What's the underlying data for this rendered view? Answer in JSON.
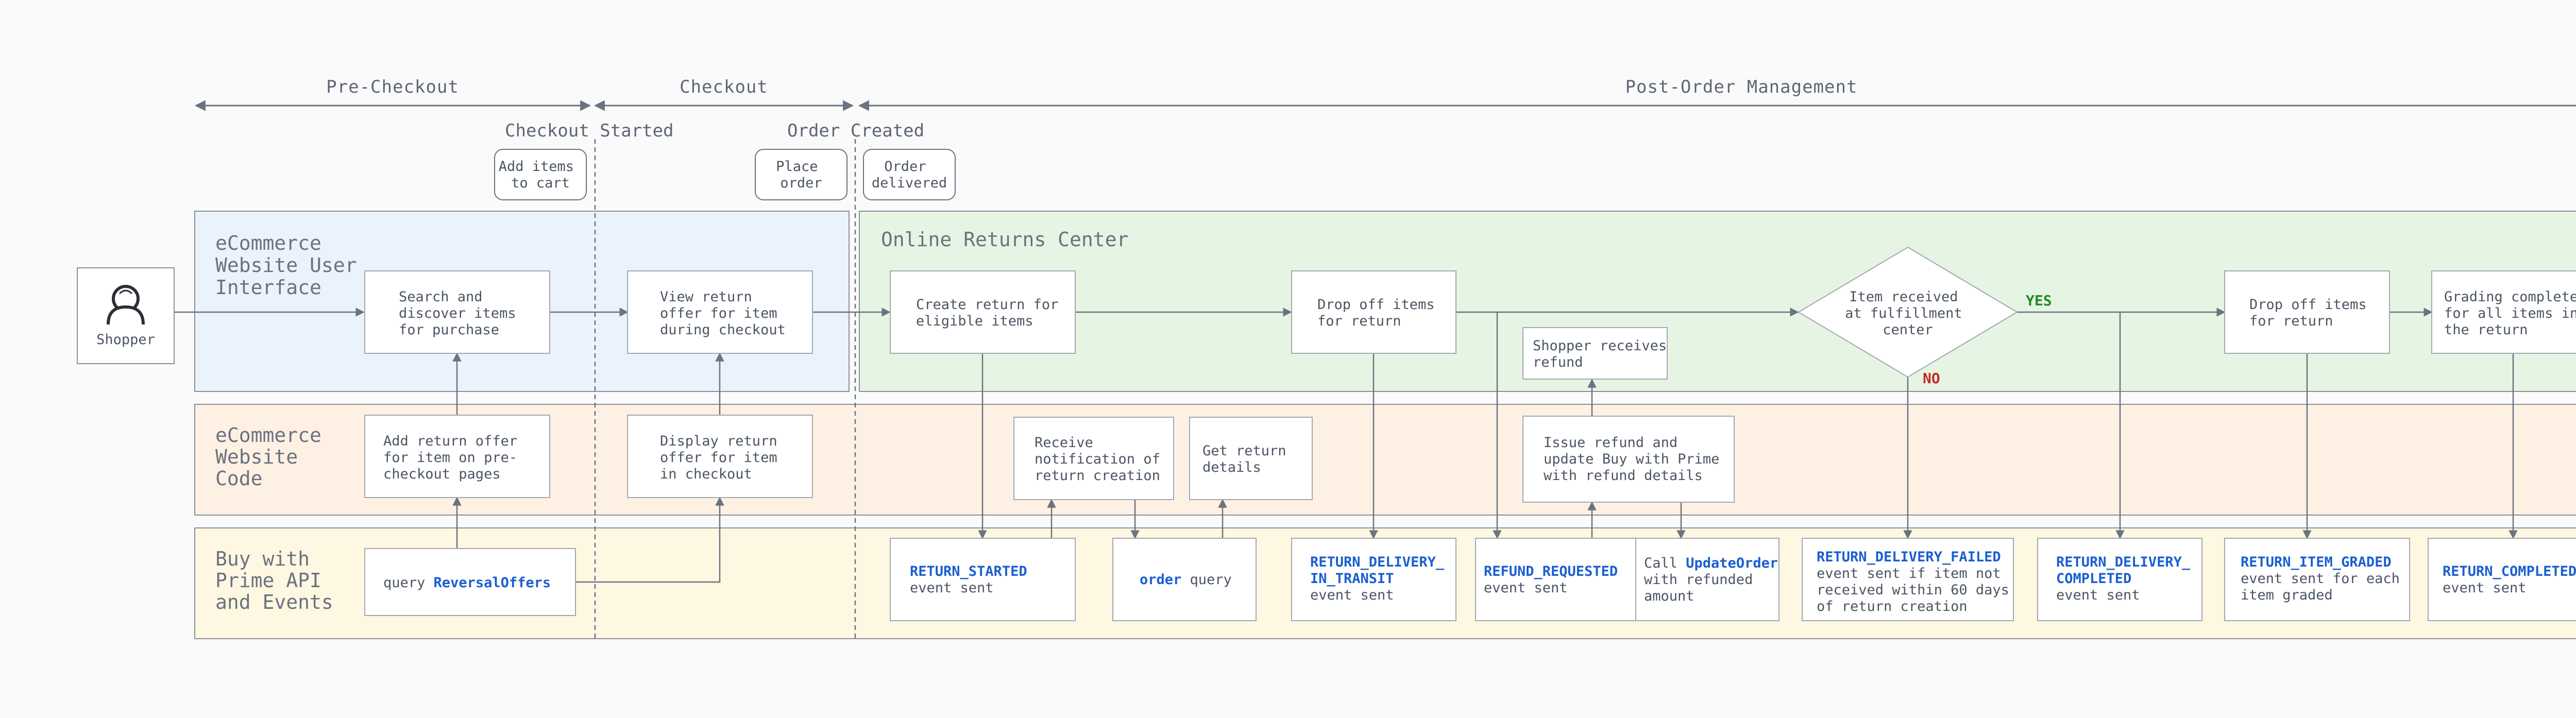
{
  "phases": {
    "pre_checkout": "Pre-Checkout",
    "checkout": "Checkout",
    "post_order": "Post-Order Management"
  },
  "milestones": {
    "checkout_started": "Checkout Started",
    "order_created": "Order Created"
  },
  "events_top": {
    "add_to_cart": [
      "Add items",
      "to cart"
    ],
    "place_order": [
      "Place",
      "order"
    ],
    "order_delivered": [
      "Order",
      "delivered"
    ]
  },
  "lanes": {
    "ui": [
      "eCommerce",
      "Website User",
      "Interface"
    ],
    "returns_center": "Online Returns Center",
    "code": [
      "eCommerce",
      "Website",
      "Code"
    ],
    "api": [
      "Buy with",
      "Prime API",
      "and Events"
    ]
  },
  "actor": {
    "label": "Shopper"
  },
  "ui_boxes": {
    "search": [
      "Search and",
      "discover items",
      "for purchase"
    ],
    "view_offer": [
      "View return",
      "offer for item",
      "during checkout"
    ],
    "create_return": [
      "Create return for",
      "eligible items"
    ],
    "drop_off_1": [
      "Drop off items",
      "for return"
    ],
    "shopper_refund": [
      "Shopper receives",
      "refund"
    ],
    "decision": [
      "Item received",
      "at fulfillment",
      "center"
    ],
    "drop_off_2": [
      "Drop off items",
      "for return"
    ],
    "grading": [
      "Grading completed",
      "for all items in",
      "the return"
    ]
  },
  "decision_labels": {
    "yes": "YES",
    "no": "NO"
  },
  "code_boxes": {
    "add_offer": [
      "Add return offer",
      "for item on pre-",
      "checkout pages"
    ],
    "display_offer": [
      "Display return",
      "offer for item",
      "in checkout"
    ],
    "receive_notification": [
      "Receive",
      "notification of",
      "return creation"
    ],
    "get_details": [
      "Get return",
      "details"
    ],
    "issue_refund": [
      "Issue refund and",
      "update Buy with Prime",
      "with refund details"
    ]
  },
  "api_boxes": {
    "reversal_offers": {
      "prefix": "query ",
      "name": "ReversalOffers"
    },
    "return_started": {
      "name": "RETURN_STARTED",
      "lines": [
        "event sent"
      ]
    },
    "order_query": {
      "name": "order",
      "suffix": " query"
    },
    "delivery_in_transit": {
      "name_lines": [
        "RETURN_DELIVERY_",
        "IN_TRANSIT"
      ],
      "lines": [
        "event sent"
      ]
    },
    "refund_requested": {
      "name": "REFUND_REQUESTED",
      "lines": [
        "event sent"
      ]
    },
    "update_order": {
      "prefix": "Call ",
      "name": "UpdateOrder",
      "lines": [
        "with refunded",
        "amount"
      ]
    },
    "delivery_failed": {
      "name": "RETURN_DELIVERY_FAILED",
      "lines": [
        "event sent if item not",
        "received within 60 days",
        "of return creation"
      ]
    },
    "delivery_completed": {
      "name_lines": [
        "RETURN_DELIVERY_",
        "COMPLETED"
      ],
      "lines": [
        "event sent"
      ]
    },
    "item_graded": {
      "name": "RETURN_ITEM_GRADED",
      "lines": [
        "event sent for each",
        "item graded"
      ]
    },
    "return_completed": {
      "name": "RETURN_COMPLETED",
      "lines": [
        "event sent"
      ]
    }
  },
  "colors": {
    "ui_lane": "#eaf2fc",
    "returns_lane": "#e6f5e3",
    "code_lane": "#fef1e4",
    "api_lane": "#fef7e2",
    "lane_border": "#8a8f98",
    "line": "#6b7280",
    "api_name": "#1a5fd0",
    "yes": "#1f8b24",
    "no": "#c62828"
  }
}
